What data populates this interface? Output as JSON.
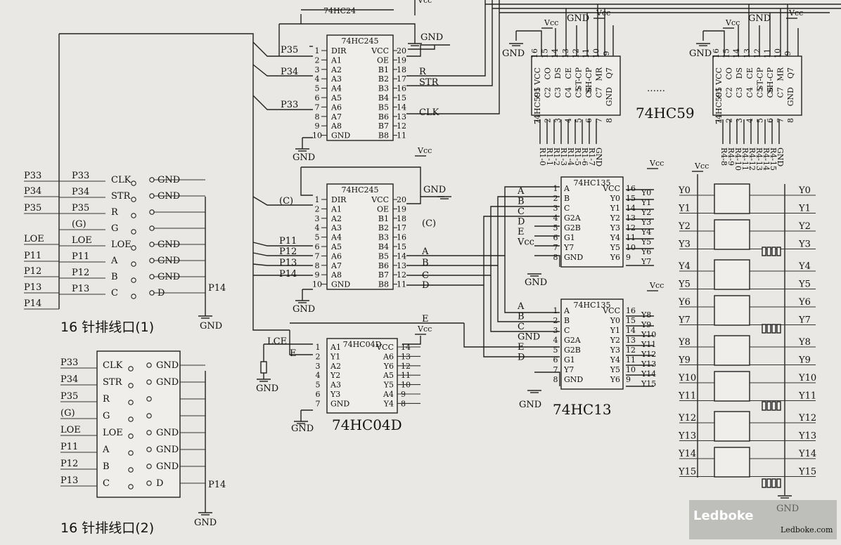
{
  "chips": {
    "hc24_label": "74HC24",
    "hc245_top": "74HC245",
    "hc245_mid": "74HC245",
    "hc04": "74HC04D",
    "hc04_caption": "74HC04D",
    "hc595_a": "74HC595",
    "hc595_b": "74HC595",
    "hc59_caption": "74HC59",
    "hc138_top": "74HC135",
    "hc138_bot": "74HC135",
    "hc13_caption": "74HC13",
    "dots": "……"
  },
  "hc245_left_pins": [
    {
      "num": "1",
      "name": "DIR"
    },
    {
      "num": "2",
      "name": "A1"
    },
    {
      "num": "3",
      "name": "A2"
    },
    {
      "num": "4",
      "name": "A3"
    },
    {
      "num": "5",
      "name": "A4"
    },
    {
      "num": "6",
      "name": "A5"
    },
    {
      "num": "7",
      "name": "A6"
    },
    {
      "num": "8",
      "name": "A7"
    },
    {
      "num": "9",
      "name": "A8"
    },
    {
      "num": "10",
      "name": "GND"
    }
  ],
  "hc245_right_pins": [
    {
      "num": "20",
      "name": "VCC"
    },
    {
      "num": "19",
      "name": "OE"
    },
    {
      "num": "18",
      "name": "B1"
    },
    {
      "num": "17",
      "name": "B2"
    },
    {
      "num": "16",
      "name": "B3"
    },
    {
      "num": "15",
      "name": "B4"
    },
    {
      "num": "14",
      "name": "B5"
    },
    {
      "num": "13",
      "name": "B6"
    },
    {
      "num": "12",
      "name": "B7"
    },
    {
      "num": "11",
      "name": "B8"
    }
  ],
  "hc245_top_inputs": [
    "P35",
    "P34",
    "P33"
  ],
  "hc245_top_outputs": [
    "R",
    "STR",
    "CLK"
  ],
  "hc245_mid_inputs": [
    "(C)",
    "P11",
    "P12",
    "P13",
    "P14"
  ],
  "hc245_mid_outputs": [
    "(C)",
    "A",
    "B",
    "C",
    "D"
  ],
  "hc04_left_pins": [
    {
      "num": "1",
      "name": "A1"
    },
    {
      "num": "2",
      "name": "Y1"
    },
    {
      "num": "3",
      "name": "A2"
    },
    {
      "num": "4",
      "name": "Y2"
    },
    {
      "num": "5",
      "name": "A3"
    },
    {
      "num": "6",
      "name": "Y3"
    },
    {
      "num": "7",
      "name": "GND"
    }
  ],
  "hc04_right_pins": [
    {
      "num": "14",
      "name": "VCC"
    },
    {
      "num": "13",
      "name": "A6"
    },
    {
      "num": "12",
      "name": "Y6"
    },
    {
      "num": "11",
      "name": "A5"
    },
    {
      "num": "10",
      "name": "Y5"
    },
    {
      "num": "9",
      "name": "A4"
    },
    {
      "num": "8",
      "name": "Y4"
    }
  ],
  "hc04_signals": {
    "lce": "LCE",
    "e_in": "E",
    "e_out": "E"
  },
  "hc595_top_pins": [
    "16",
    "15",
    "14",
    "13",
    "12",
    "11",
    "10",
    "9"
  ],
  "hc595_top_names": [
    "VCC",
    "CO",
    "DS",
    "CE",
    "ST-CP",
    "SH-CP",
    "MR",
    "Q7"
  ],
  "hc595_bottom_names": [
    "C1",
    "C2",
    "C3",
    "C4",
    "C5",
    "C6",
    "C7",
    "GND"
  ],
  "hc595_bottom_pins": [
    "1",
    "2",
    "3",
    "4",
    "5",
    "6",
    "7",
    "8"
  ],
  "hc595_a_outputs": [
    "R1-0",
    "R1-1",
    "R1-2",
    "R1-3",
    "R1-4",
    "R1-5",
    "R1-6",
    "R1-7",
    "GND"
  ],
  "hc595_b_outputs": [
    "R4-8",
    "R4-9",
    "R4-10",
    "R4-11",
    "R4-12",
    "R4-13",
    "R4-14",
    "R4-15",
    "GND"
  ],
  "hc138_left_pins": [
    {
      "num": "1",
      "name": "A"
    },
    {
      "num": "2",
      "name": "B"
    },
    {
      "num": "3",
      "name": "C"
    },
    {
      "num": "4",
      "name": "G2A"
    },
    {
      "num": "5",
      "name": "G2B"
    },
    {
      "num": "6",
      "name": "G1"
    },
    {
      "num": "7",
      "name": "Y7"
    },
    {
      "num": "8",
      "name": "GND"
    }
  ],
  "hc138_right_pins": [
    {
      "num": "16",
      "name": "VCC"
    },
    {
      "num": "15",
      "name": "Y0"
    },
    {
      "num": "14",
      "name": "Y1"
    },
    {
      "num": "13",
      "name": "Y2"
    },
    {
      "num": "12",
      "name": "Y3"
    },
    {
      "num": "11",
      "name": "Y4"
    },
    {
      "num": "10",
      "name": "Y5"
    },
    {
      "num": "9",
      "name": "Y6"
    }
  ],
  "hc138_top_outputs": [
    "Y0",
    "Y1",
    "Y2",
    "Y3",
    "Y4",
    "Y5",
    "Y6",
    "Y7"
  ],
  "hc138_bot_outputs": [
    "Y8",
    "Y9",
    "Y10",
    "Y11",
    "Y12",
    "Y13",
    "Y14",
    "Y15"
  ],
  "hc138_top_inputs": [
    "A",
    "B",
    "C",
    "D",
    "E",
    "Vcc"
  ],
  "hc138_bot_inputs": [
    "A",
    "B",
    "C",
    "GND",
    "E",
    "D"
  ],
  "rows": {
    "left": [
      "Y0",
      "Y1",
      "Y2",
      "Y3",
      "Y4",
      "Y5",
      "Y6",
      "Y7",
      "Y8",
      "Y9",
      "Y10",
      "Y11",
      "Y12",
      "Y13",
      "Y14",
      "Y15"
    ],
    "right": [
      "Y0",
      "Y1",
      "Y2",
      "Y3",
      "Y4",
      "Y5",
      "Y6",
      "Y7",
      "Y8",
      "Y9",
      "Y10",
      "Y11",
      "Y12",
      "Y13",
      "Y14",
      "Y15"
    ]
  },
  "connector1": {
    "caption": "16 针排线口(1)",
    "outer": [
      "P33",
      "P34",
      "P35",
      "LOE",
      "P11",
      "P12",
      "P13",
      "P14"
    ],
    "inner_left": [
      "P33",
      "P34",
      "P35",
      "(G)",
      "LOE",
      "P11",
      "P12",
      "P13"
    ],
    "pins_left": [
      "CLK",
      "STR",
      "R",
      "G",
      "LOE",
      "A",
      "B",
      "C"
    ],
    "pins_right": [
      "GND",
      "GND",
      "",
      "",
      "GND",
      "GND",
      "GND",
      "D"
    ],
    "p14": "P14"
  },
  "connector2": {
    "caption": "16 针排线口(2)",
    "left": [
      "P33",
      "P34",
      "P35",
      "(G)",
      "LOE",
      "P11",
      "P12",
      "P13"
    ],
    "pins_left": [
      "CLK",
      "STR",
      "R",
      "G",
      "LOE",
      "A",
      "B",
      "C"
    ],
    "pins_right": [
      "GND",
      "GND",
      "",
      "",
      "GND",
      "GND",
      "GND",
      "D"
    ],
    "p14": "P14"
  },
  "power": {
    "vcc": "Vcc",
    "gnd": "GND"
  },
  "watermark": {
    "brand": "Ledboke",
    "sub": "Ledboke.com"
  }
}
